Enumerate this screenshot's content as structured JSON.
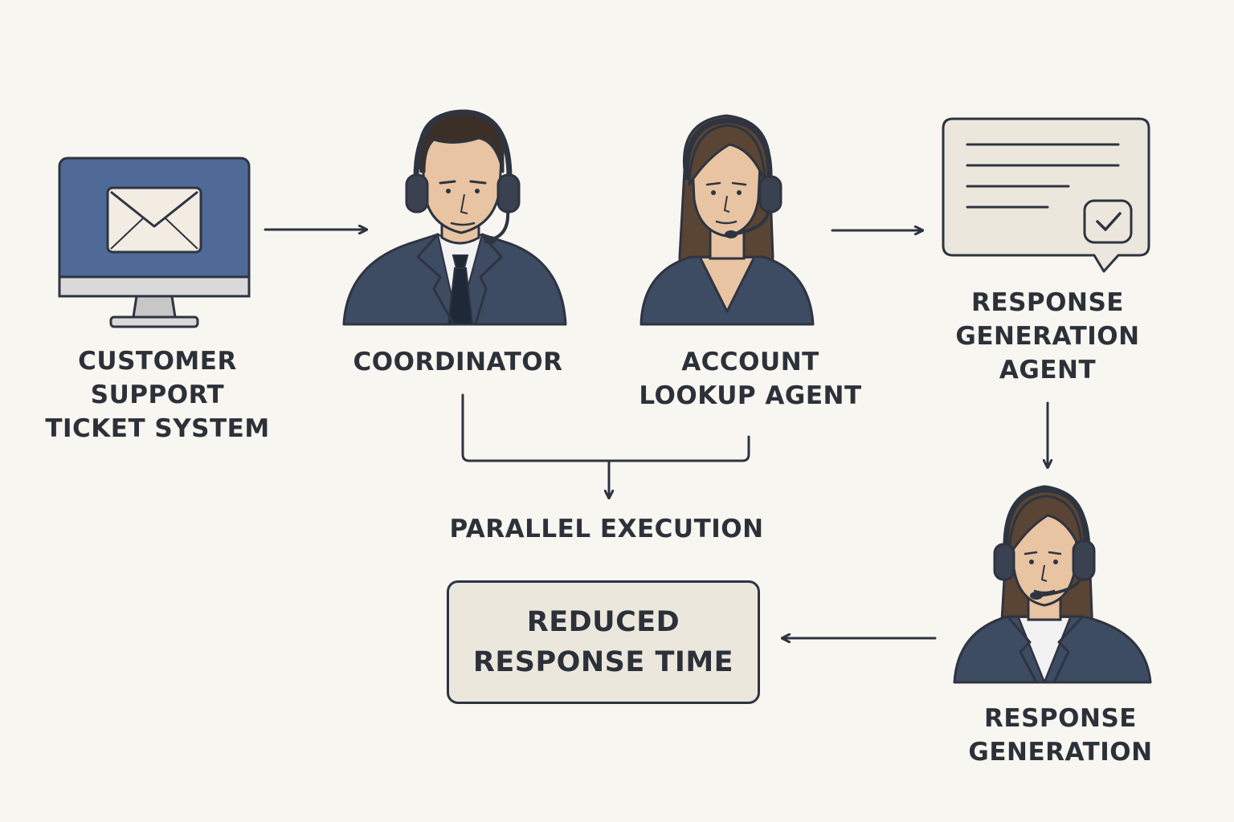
{
  "nodes": {
    "ticket_system": {
      "line1": "CUSTOMER",
      "line2": "SUPPORT",
      "line3": "TICKET SYSTEM",
      "icon": "monitor-envelope-icon"
    },
    "coordinator": {
      "line1": "COORDINATOR",
      "icon": "male-agent-headset-icon"
    },
    "account_lookup": {
      "line1": "ACCOUNT",
      "line2": "LOOKUP AGENT",
      "icon": "female-agent-headset-icon"
    },
    "response_generation_agent": {
      "line1": "RESPONSE",
      "line2": "GENERATION",
      "line3": "AGENT",
      "icon": "message-checkmark-icon"
    },
    "response_generation": {
      "line1": "RESPONSE",
      "line2": "GENERATION",
      "icon": "female-agent-headset-icon"
    },
    "parallel_execution": {
      "label": "PARALLEL EXECUTION"
    },
    "outcome": {
      "line1": "REDUCED",
      "line2": "RESPONSE TIME"
    }
  },
  "colors": {
    "background": "#f8f6f1",
    "stroke": "#2e3440",
    "monitor_screen": "#4f6a96",
    "suit": "#3d4b63",
    "skin": "#e8c4a2",
    "hair_male": "#3b2f28",
    "hair_female": "#5a4534",
    "box_fill": "#ece7dd"
  }
}
